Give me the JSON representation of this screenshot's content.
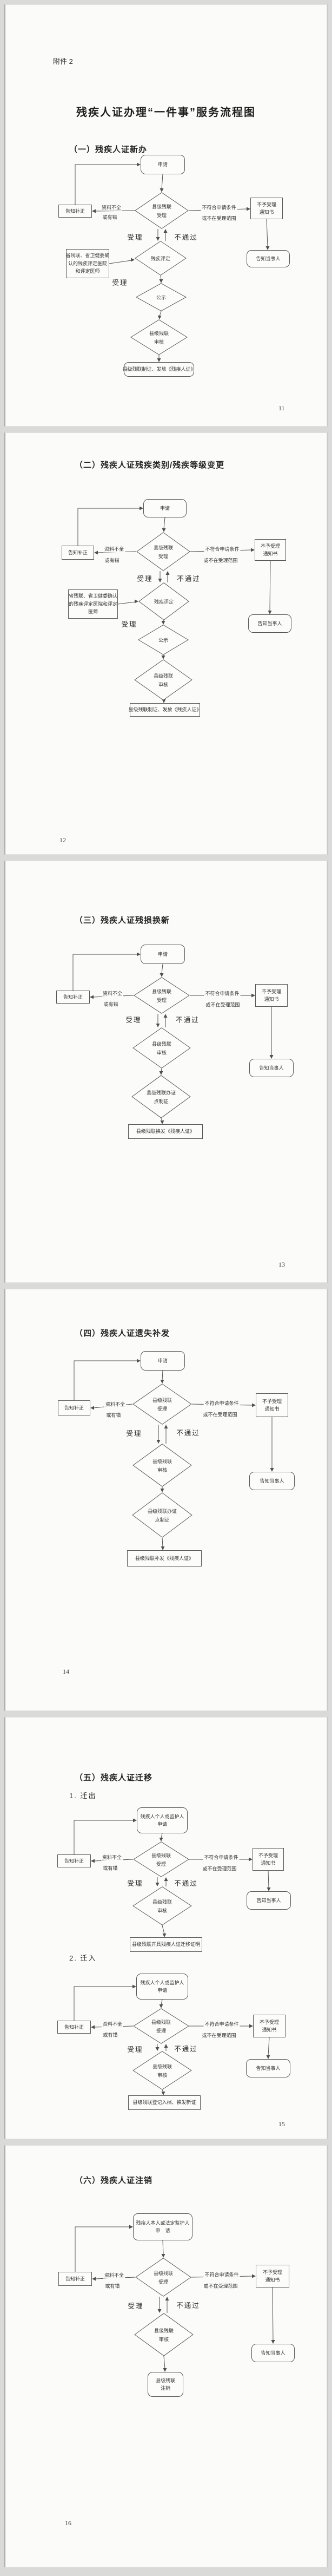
{
  "doc": {
    "attachment": "附件 2",
    "title": "残疾人证办理“一件事”服务流程图"
  },
  "common": {
    "apply": "申请",
    "county_dpf": "县级残联",
    "accept": "受理",
    "review": "审核",
    "notify_correction": "告知补正",
    "incomplete_1": "资料不全",
    "incomplete_2": "或有错",
    "not_eligible_1": "不符合申请条件",
    "not_eligible_2": "或不在受理范围",
    "reject_1": "不予受理",
    "reject_2": "通知书",
    "inform_party": "告知当事人",
    "accepted_label": "受理",
    "not_passed_label": "不通过",
    "assessment": "残疾评定",
    "publicity": "公示",
    "cert_spot_1": "县级残联办证",
    "cert_spot_2": "点制证",
    "personal_apply_1": "残疾人个人或监护人",
    "personal_apply_2": "申请",
    "legal_apply_1": "残疾人本人或法定监护人",
    "legal_apply_2": "申　请"
  },
  "pages": [
    {
      "section": "（一）残疾人证新办",
      "info_1": "省残联、省卫健委确",
      "info_2": "认的残疾评定医院",
      "info_3": "和评定医师",
      "final": "县级残联制证、发放《残疾人证》",
      "page_no": "11"
    },
    {
      "section": "（二）残疾人证残疾类别/残疾等级变更",
      "info_1": "省残联、省卫健委确认",
      "info_2": "的残疾评定医院和评定",
      "info_3": "医师",
      "final": "县级残联制证、发放《残疾人证》",
      "page_no": "12"
    },
    {
      "section": "（三）残疾人证残损换新",
      "final": "县级残联换发《残疾人证》",
      "page_no": "13"
    },
    {
      "section": "（四）残疾人证遗失补发",
      "final": "县级残联补发《残疾人证》",
      "page_no": "14"
    },
    {
      "section": "（五）残疾人证迁移",
      "sub_1": "1. 迁出",
      "sub_2": "2. 迁入",
      "out_final": "县级残联开具残疾人证迁移证明",
      "in_final": "县级残联登记入档、换发新证",
      "page_no": "15"
    },
    {
      "section": "（六）残疾人证注销",
      "final_1": "县级残联",
      "final_2": "注销",
      "page_no": "16"
    }
  ]
}
